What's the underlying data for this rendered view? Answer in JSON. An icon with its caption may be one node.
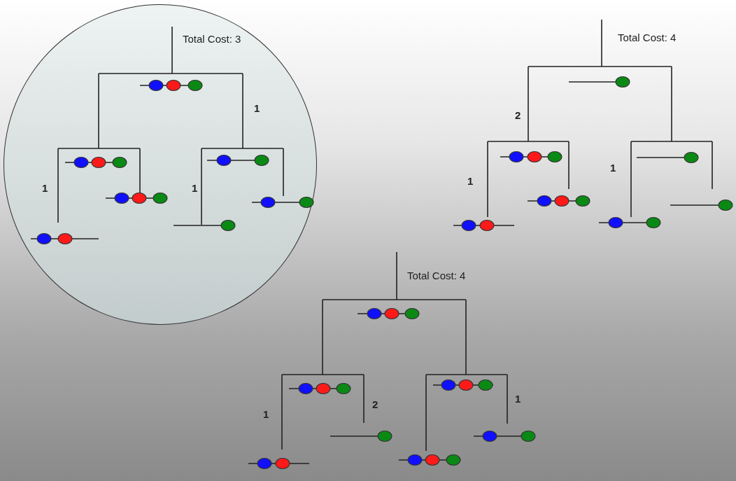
{
  "diagram": {
    "nodes": [
      {
        "text": [
          "Total Cost: 3",
          "1",
          "1",
          "1"
        ]
      }
    ],
    "labels": [
      "Total Cost: 4",
      "2",
      "1",
      "1",
      "Total Cost: 4",
      "1",
      "2",
      "1"
    ]
  }
}
